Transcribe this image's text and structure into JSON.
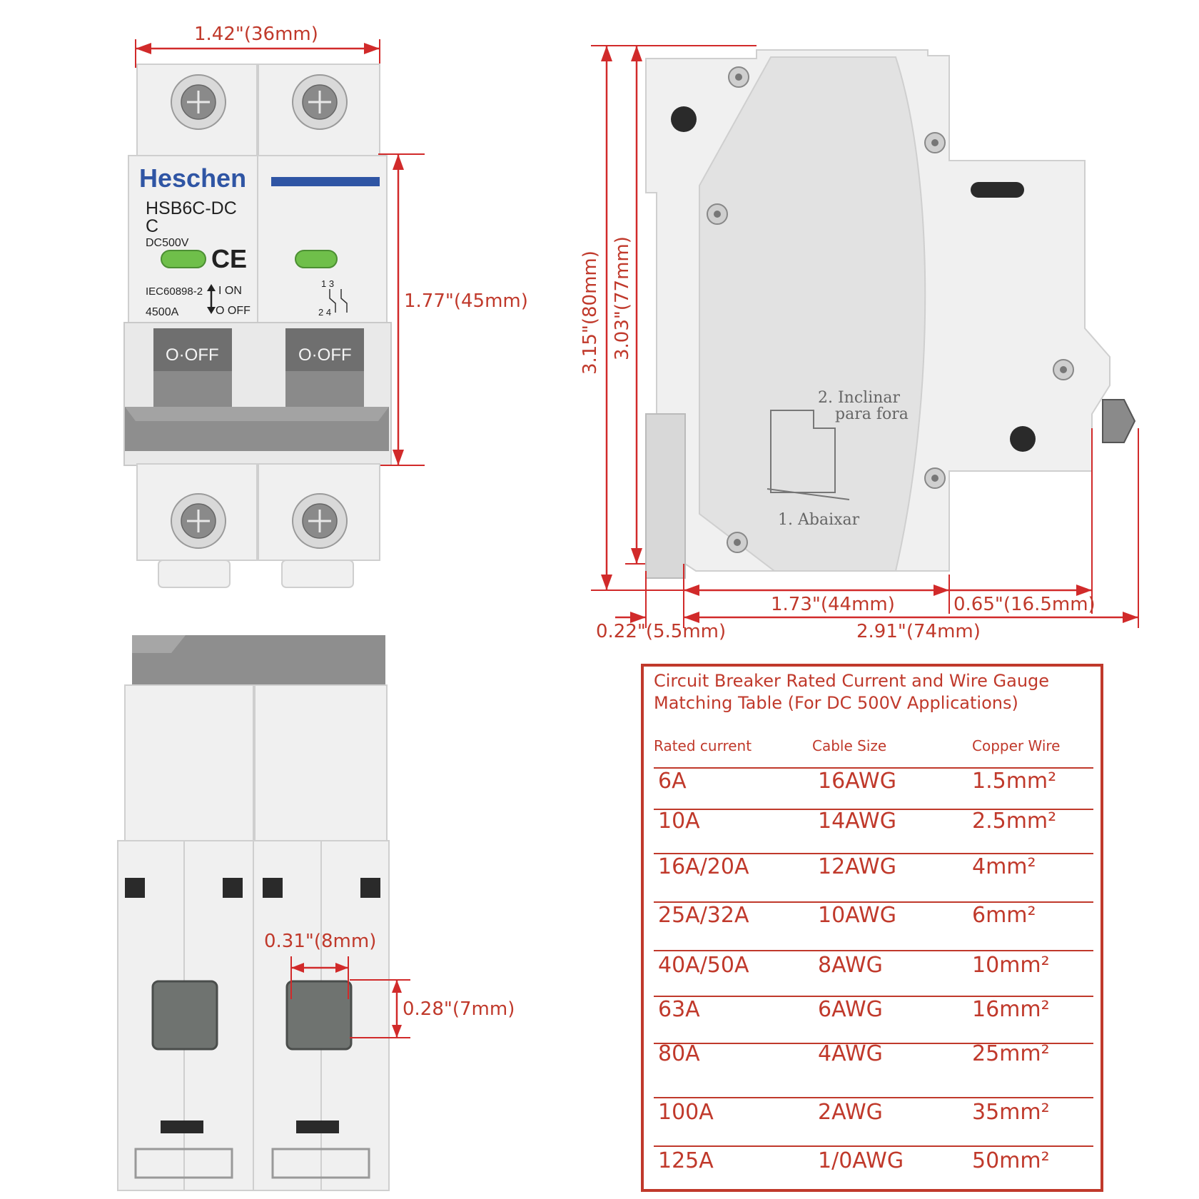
{
  "front_view": {
    "brand": "Heschen",
    "model": "HSB6C-DC",
    "curve": "C",
    "voltage": "DC500V",
    "ce_mark": "CE",
    "standard": "IEC60898-2",
    "breaking_capacity": "4500A",
    "on_label": "I  ON",
    "off_label": "O OFF",
    "handle_left": "O·OFF",
    "handle_right": "O·OFF",
    "terminal_marks": "1  3",
    "terminal_marks_bottom": "2  4",
    "width_dim": "1.42\"(36mm)",
    "height_dim": "1.77\"(45mm)"
  },
  "side_view": {
    "height_total": "3.15\"(80mm)",
    "height_inner": "3.03\"(77mm)",
    "instr_1": "1. Abaixar",
    "instr_2_line1": "2. Inclinar",
    "instr_2_line2": "para fora",
    "depth_main": "1.73\"(44mm)",
    "depth_front": "0.65\"(16.5mm)",
    "depth_rail": "0.22\"(5.5mm)",
    "depth_total": "2.91\"(74mm)"
  },
  "bottom_view": {
    "hole_width": "0.31\"(8mm)",
    "hole_height": "0.28\"(7mm)"
  },
  "table": {
    "title_line1": "Circuit Breaker Rated Current and Wire Gauge",
    "title_line2": "Matching Table (For DC 500V Applications)",
    "headers": [
      "Rated current",
      "Cable Size",
      "Copper Wire"
    ],
    "rows": [
      [
        "6A",
        "16AWG",
        "1.5mm²"
      ],
      [
        "10A",
        "14AWG",
        "2.5mm²"
      ],
      [
        "16A/20A",
        "12AWG",
        "4mm²"
      ],
      [
        "25A/32A",
        "10AWG",
        "6mm²"
      ],
      [
        "40A/50A",
        "8AWG",
        "10mm²"
      ],
      [
        "63A",
        "6AWG",
        "16mm²"
      ],
      [
        "80A",
        "4AWG",
        "25mm²"
      ],
      [
        "100A",
        "2AWG",
        "35mm²"
      ],
      [
        "125A",
        "1/0AWG",
        "50mm²"
      ]
    ]
  },
  "colors": {
    "dimension": "#d12a2a",
    "brand": "#2f55a4",
    "body": "#e9e9e9",
    "handle": "#8c8c8c"
  }
}
